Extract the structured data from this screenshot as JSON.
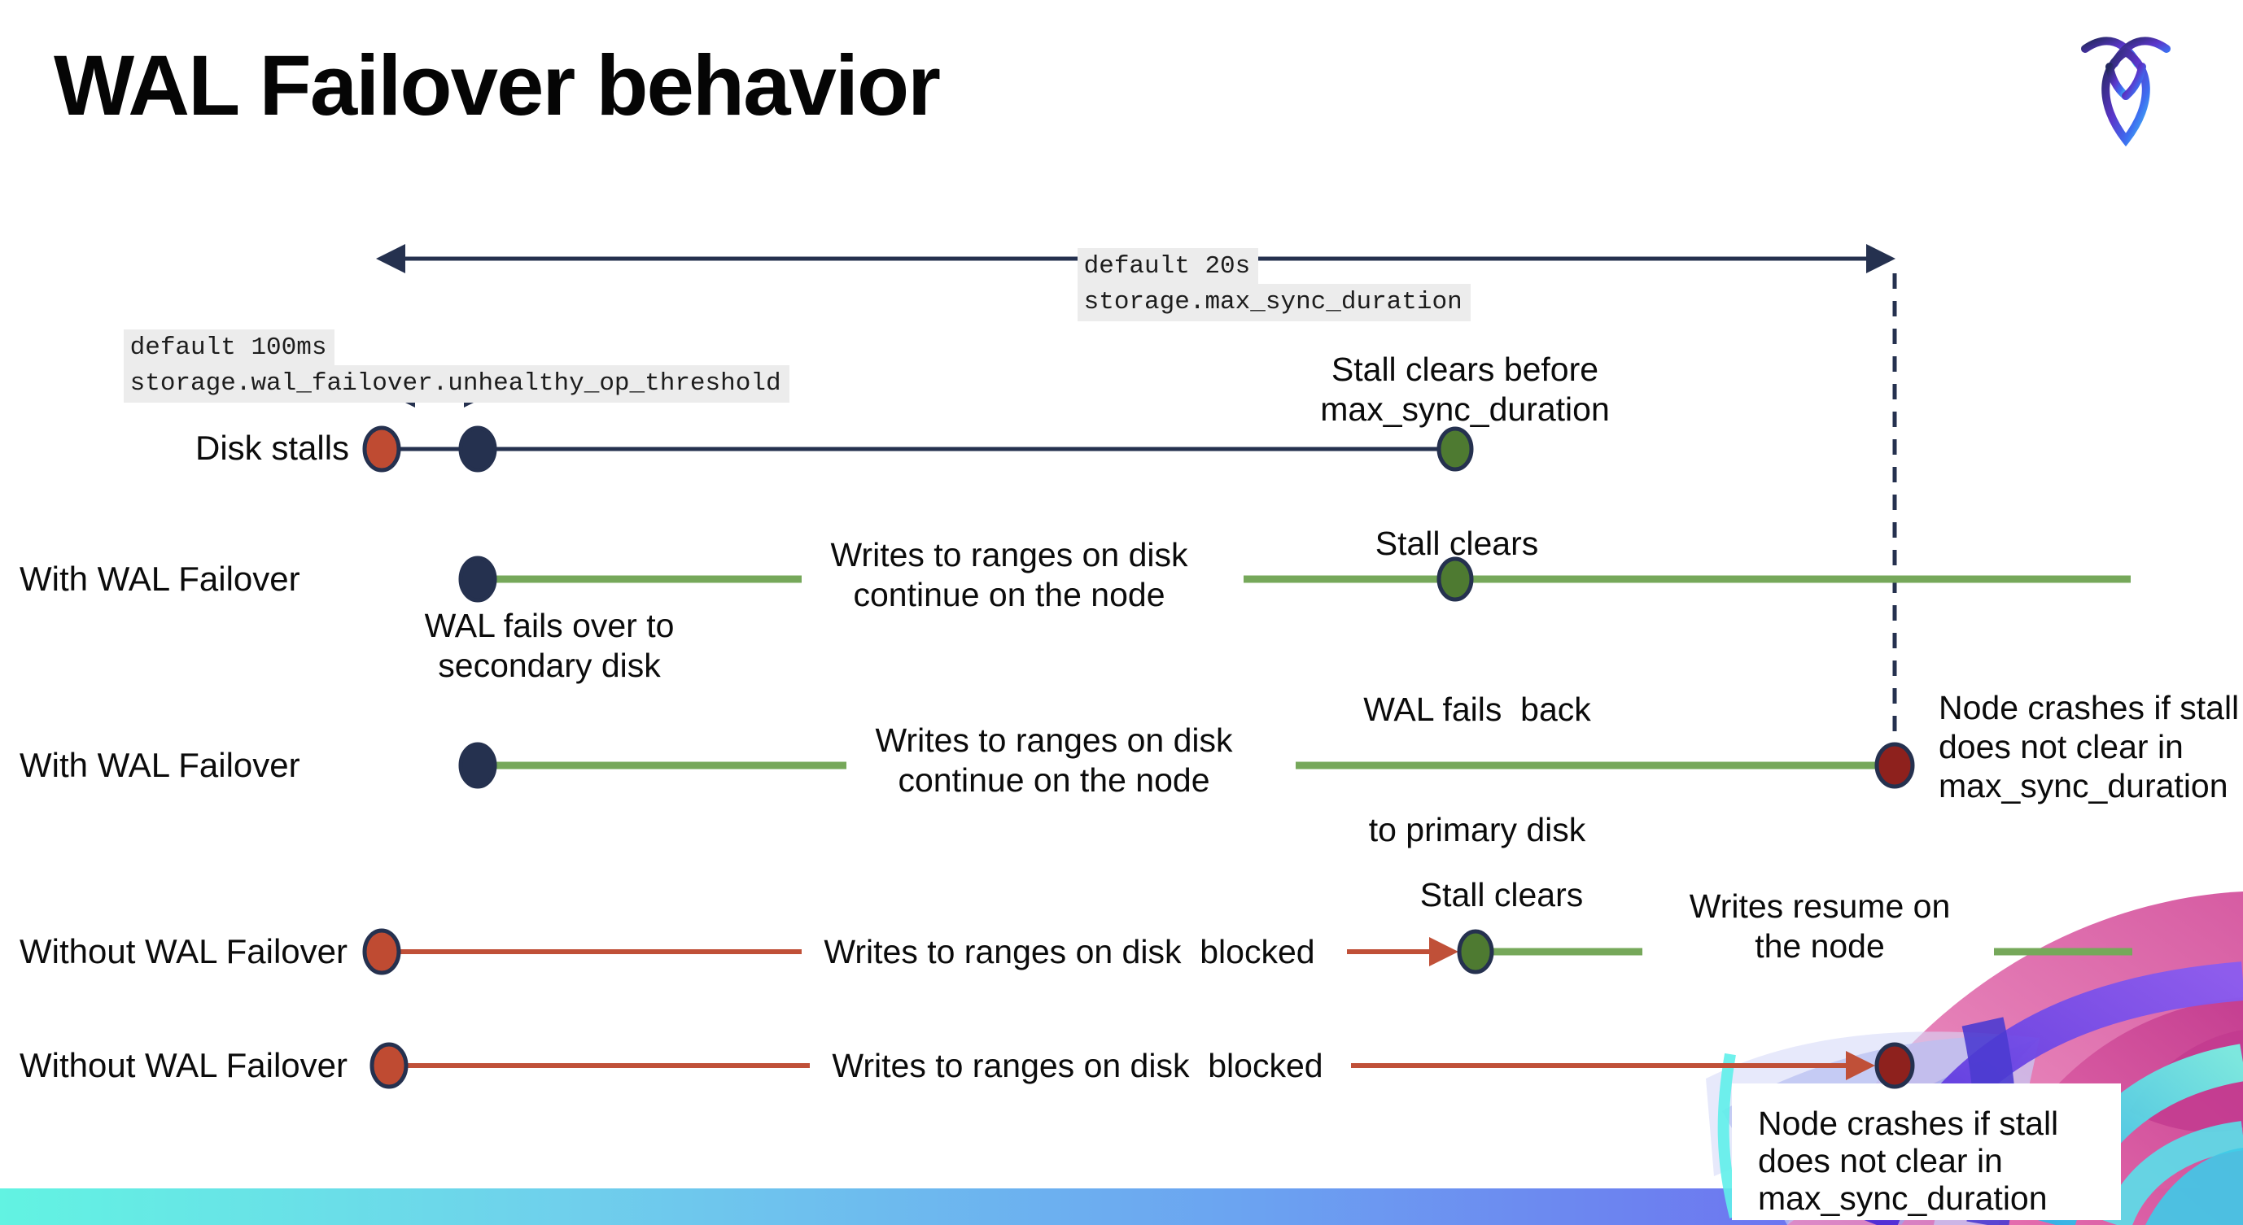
{
  "slide": {
    "title": "WAL Failover behavior"
  },
  "icons": {
    "logo": "cockroachdb-mark"
  },
  "settings": {
    "max_sync_duration": {
      "default": "default 20s",
      "name": "storage.max_sync_duration"
    },
    "unhealthy_op_threshold": {
      "default": "default 100ms",
      "name": "storage.wal_failover.unhealthy_op_threshold"
    }
  },
  "rows": {
    "disk": {
      "label": "Disk stalls",
      "stall_clears_line1": "Stall clears before",
      "stall_clears_line2": "max_sync_duration"
    },
    "with1": {
      "label": "With WAL Failover",
      "writes_line1": "Writes to ranges on disk",
      "writes_line2": "continue on the node",
      "stall_clears": "Stall clears",
      "failover_line1": "WAL fails over to",
      "failover_line2": "secondary disk",
      "failback_line1": "WAL fails  back",
      "failback_line2": "to primary disk"
    },
    "with2": {
      "label": "With WAL Failover",
      "writes_line1": "Writes to ranges on disk",
      "writes_line2": "continue on the node",
      "crash_line1": "Node crashes if stall",
      "crash_line2": "does not clear in",
      "crash_line3": "max_sync_duration"
    },
    "without1": {
      "label": "Without WAL Failover",
      "writes": "Writes to ranges on disk  blocked",
      "stall_clears": "Stall clears",
      "resume_line1": "Writes resume on",
      "resume_line2": "the node"
    },
    "without2": {
      "label": "Without WAL Failover",
      "writes": "Writes to ranges on disk  blocked",
      "crash_line1": "Node crashes if stall",
      "crash_line2": "does not clear in",
      "crash_line3": "max_sync_duration"
    }
  },
  "colors": {
    "navy": "#25314f",
    "green_line": "#76a85a",
    "green_dot": "#4e7a31",
    "red_dot": "#bf4b32",
    "red_line": "#c05038",
    "maroon_dot": "#8e211d",
    "code_highlight_bg": "#ececec",
    "bottom_bar_gradient": [
      "#62f3e2",
      "#6fd0ec",
      "#6ba4f1",
      "#6c5cee"
    ],
    "logo_gradient": [
      "#23285e",
      "#5b35c9",
      "#3d6ef0",
      "#44ccf5"
    ],
    "artwork_pink": "#cf3f92",
    "artwork_purple": "#6a45e8",
    "artwork_cyan": "#4fd8e8"
  }
}
